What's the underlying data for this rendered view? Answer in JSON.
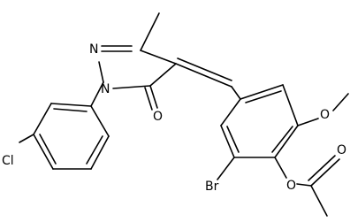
{
  "atoms": {
    "n_ring_top": "N",
    "n_ring_aryl": "N",
    "o_carbonyl": "O",
    "cl": "Cl",
    "o_methoxy": "O",
    "br": "Br",
    "o_ester": "O",
    "o_acetyl": "O"
  }
}
